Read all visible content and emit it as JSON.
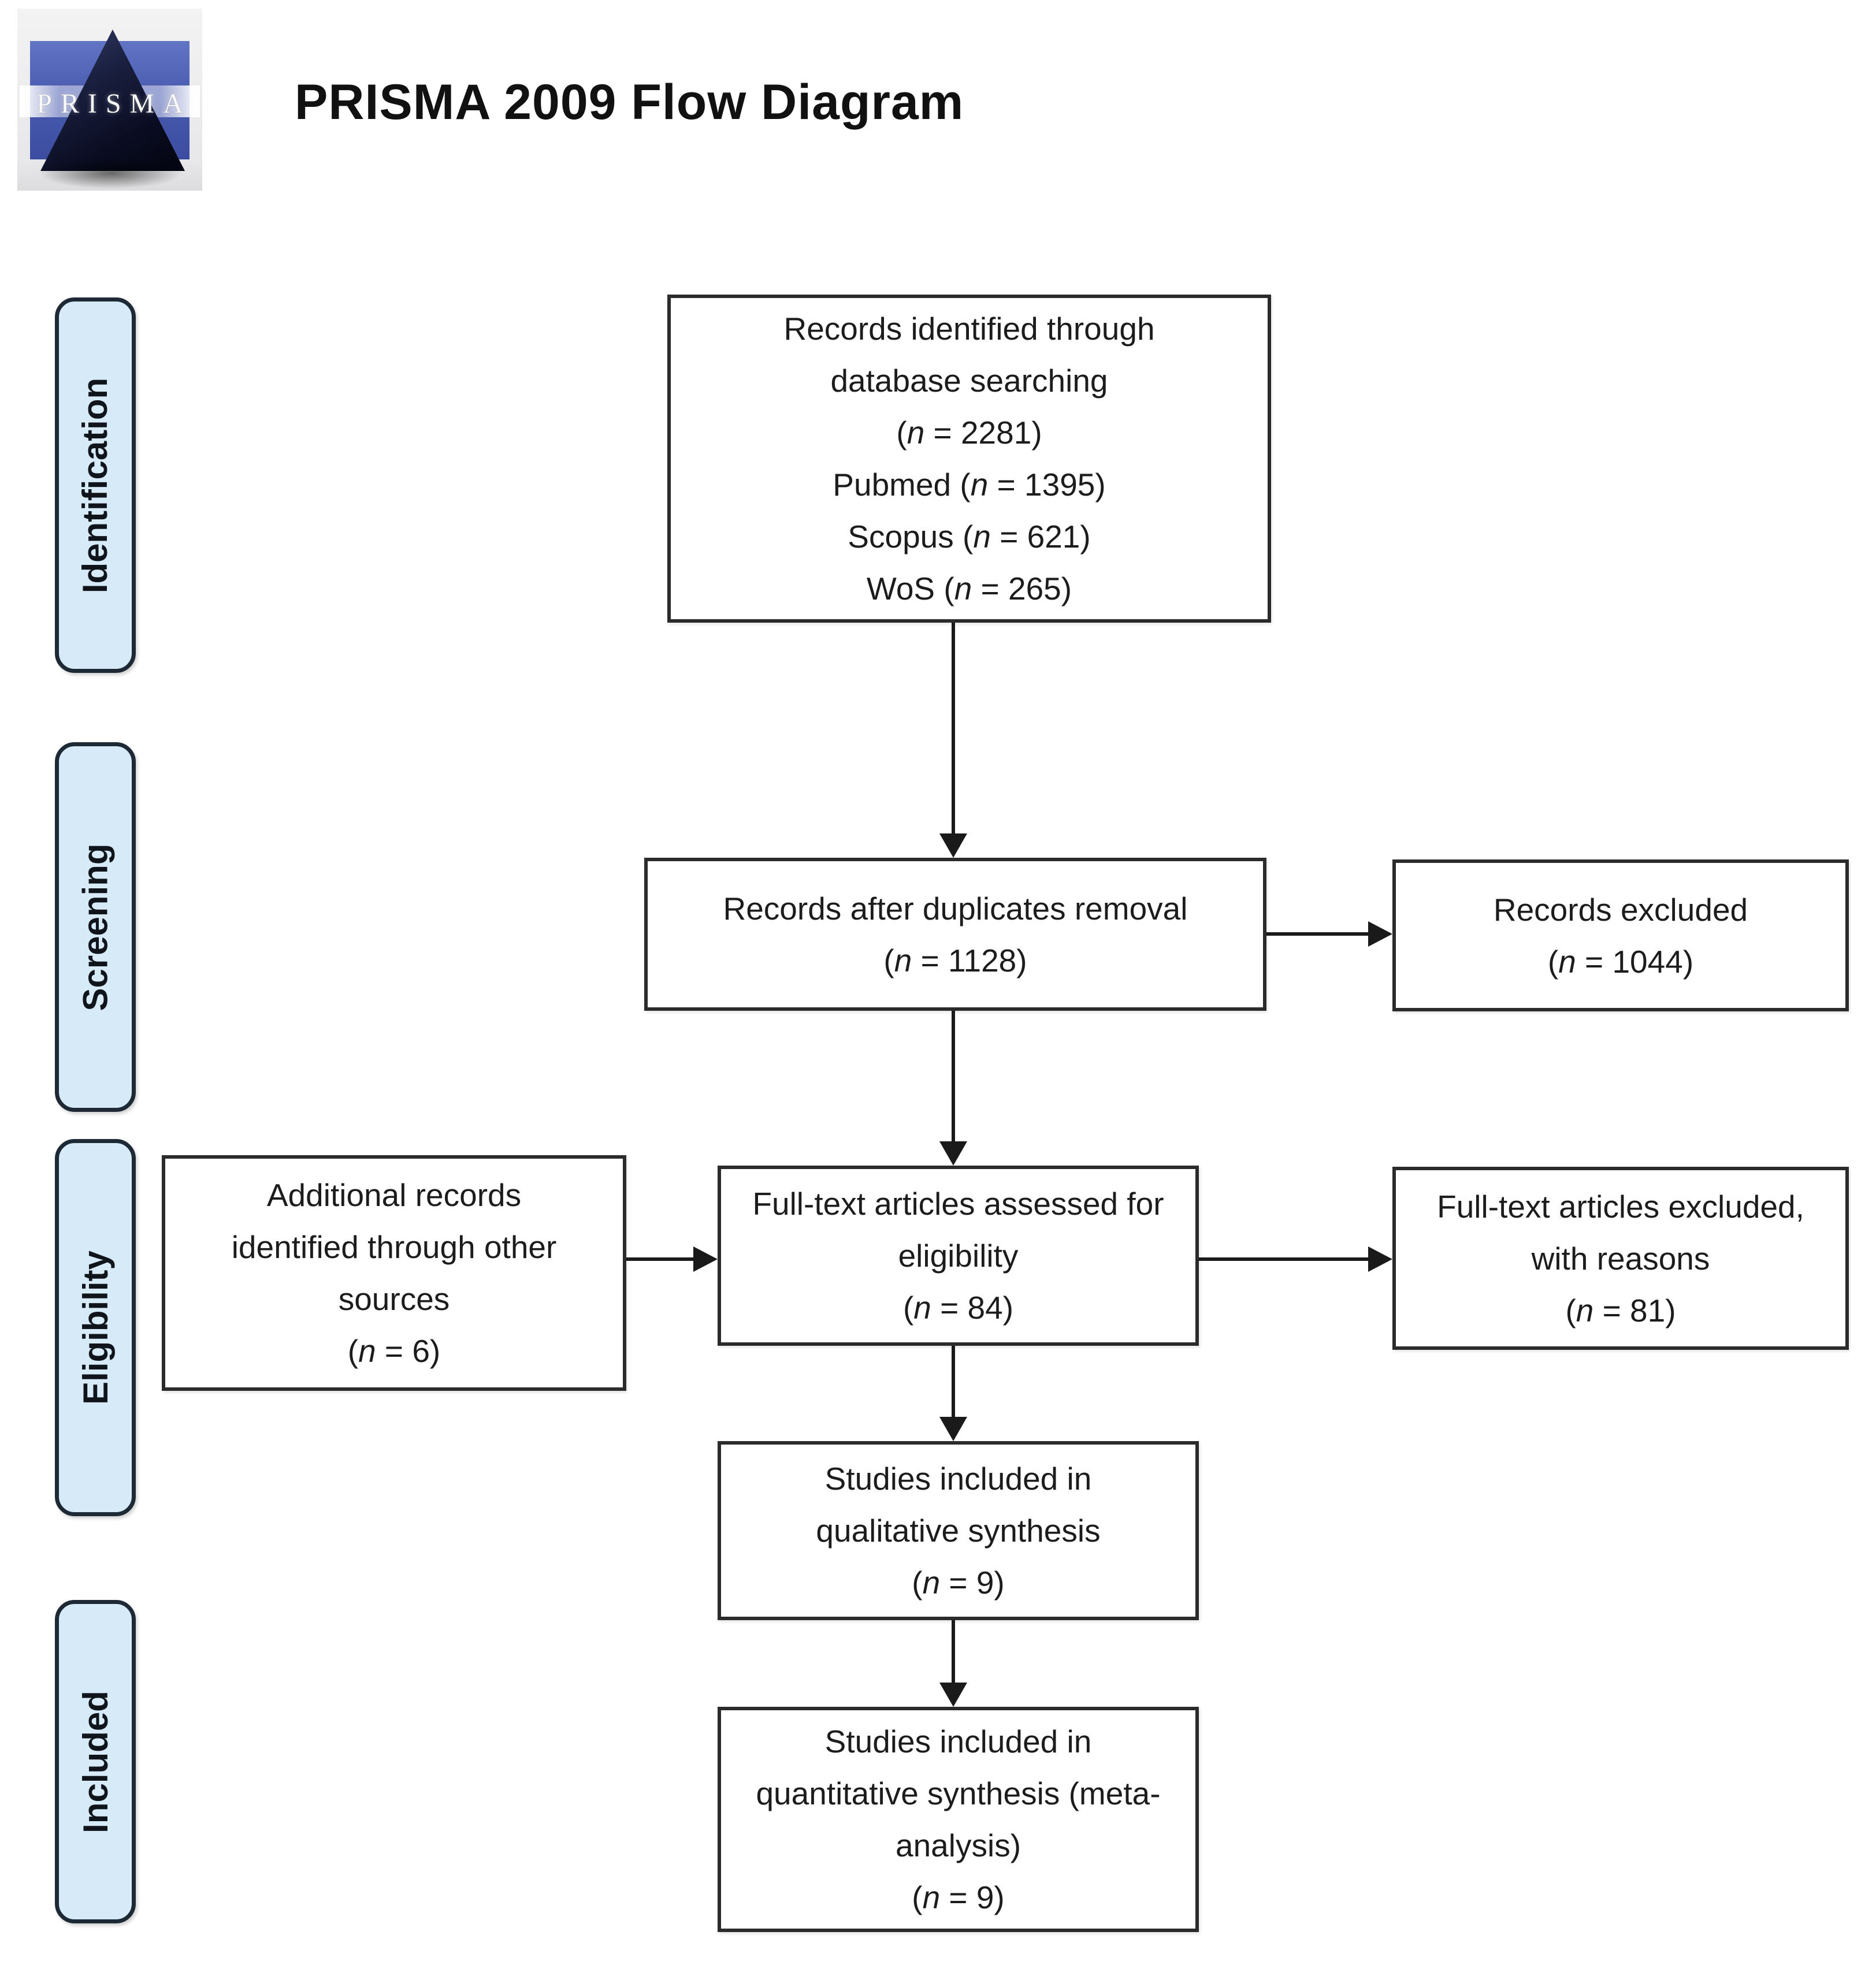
{
  "header": {
    "title": "PRISMA 2009 Flow Diagram"
  },
  "logo": {
    "text": "PRISMA"
  },
  "stages": [
    {
      "label": "Identification"
    },
    {
      "label": "Screening"
    },
    {
      "label": "Eligibility"
    },
    {
      "label": "Included"
    }
  ],
  "boxes": {
    "records_identified": {
      "lines": [
        [
          {
            "t": "Records identified through"
          }
        ],
        [
          {
            "t": "database searching"
          }
        ],
        [
          {
            "t": "("
          },
          {
            "t": "n",
            "i": true
          },
          {
            "t": " = 2281)"
          }
        ],
        [
          {
            "t": "Pubmed ("
          },
          {
            "t": "n",
            "i": true
          },
          {
            "t": " = 1395)"
          }
        ],
        [
          {
            "t": "Scopus ("
          },
          {
            "t": "n",
            "i": true
          },
          {
            "t": " = 621)"
          }
        ],
        [
          {
            "t": "WoS ("
          },
          {
            "t": "n",
            "i": true
          },
          {
            "t": " = 265)"
          }
        ]
      ]
    },
    "after_duplicates": {
      "lines": [
        [
          {
            "t": "Records after duplicates removal"
          }
        ],
        [
          {
            "t": "("
          },
          {
            "t": "n",
            "i": true
          },
          {
            "t": " = 1128)"
          }
        ]
      ]
    },
    "records_excluded": {
      "lines": [
        [
          {
            "t": "Records excluded"
          }
        ],
        [
          {
            "t": "("
          },
          {
            "t": "n",
            "i": true
          },
          {
            "t": " = 1044)"
          }
        ]
      ]
    },
    "additional_sources": {
      "lines": [
        [
          {
            "t": "Additional records"
          }
        ],
        [
          {
            "t": "identified through other"
          }
        ],
        [
          {
            "t": "sources"
          }
        ],
        [
          {
            "t": "("
          },
          {
            "t": "n",
            "i": true
          },
          {
            "t": " = 6)"
          }
        ]
      ]
    },
    "fulltext_assessed": {
      "lines": [
        [
          {
            "t": "Full-text articles assessed for"
          }
        ],
        [
          {
            "t": "eligibility"
          }
        ],
        [
          {
            "t": "("
          },
          {
            "t": "n",
            "i": true
          },
          {
            "t": " = 84)"
          }
        ]
      ]
    },
    "fulltext_excluded": {
      "lines": [
        [
          {
            "t": "Full-text articles excluded,"
          }
        ],
        [
          {
            "t": "with reasons"
          }
        ],
        [
          {
            "t": "("
          },
          {
            "t": "n",
            "i": true
          },
          {
            "t": " = 81)"
          }
        ]
      ]
    },
    "qualitative": {
      "lines": [
        [
          {
            "t": "Studies included in"
          }
        ],
        [
          {
            "t": "qualitative synthesis"
          }
        ],
        [
          {
            "t": "("
          },
          {
            "t": "n",
            "i": true
          },
          {
            "t": " = 9)"
          }
        ]
      ]
    },
    "quantitative": {
      "lines": [
        [
          {
            "t": "Studies included in"
          }
        ],
        [
          {
            "t": "quantitative synthesis (meta-"
          }
        ],
        [
          {
            "t": "analysis)"
          }
        ],
        [
          {
            "t": "("
          },
          {
            "t": "n",
            "i": true
          },
          {
            "t": " = 9)"
          }
        ]
      ]
    }
  },
  "colors": {
    "stage_fill": "#d7eaf8",
    "stage_border": "#1d2935",
    "box_border": "#2b2b2b",
    "arrow": "#1a1a1a",
    "text": "#1c1c1c",
    "logo_blue": "#4a5caf"
  }
}
